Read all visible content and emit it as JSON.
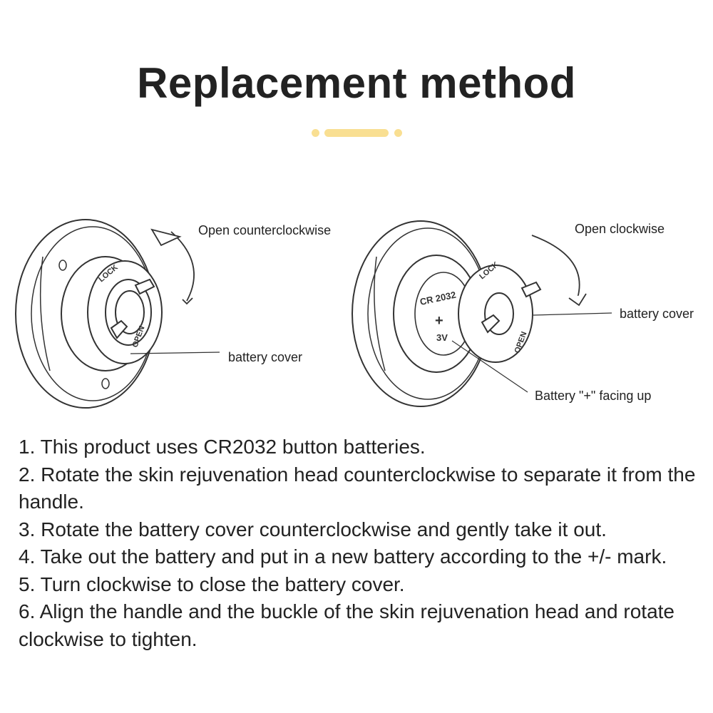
{
  "title": "Replacement method",
  "colors": {
    "accent": "#f9df92",
    "line": "#333333",
    "text": "#222222"
  },
  "diagram": {
    "left": {
      "arrow_label": "Open counterclockwise",
      "cover_label": "battery cover",
      "marks": {
        "top": "LOCK",
        "bottom": "OPEN"
      }
    },
    "right": {
      "arrow_label": "Open clockwise",
      "cover_label": "battery cover",
      "battery_label": "Battery \"+\" facing up",
      "battery": {
        "model": "CR 2032",
        "plus": "+",
        "voltage": "3V"
      },
      "marks": {
        "top": "LOCK",
        "bottom": "OPEN"
      }
    }
  },
  "steps": [
    "1. This product uses CR2032 button batteries.",
    "2. Rotate the skin rejuvenation head counterclockwise to separate it from the handle.",
    "3. Rotate the battery cover counterclockwise and gently take it out.",
    "4. Take out the battery and put in a new battery according to the +/- mark.",
    "5. Turn clockwise to close the battery cover.",
    "6. Align the handle and the buckle of the skin rejuvenation head and rotate clockwise to tighten."
  ]
}
